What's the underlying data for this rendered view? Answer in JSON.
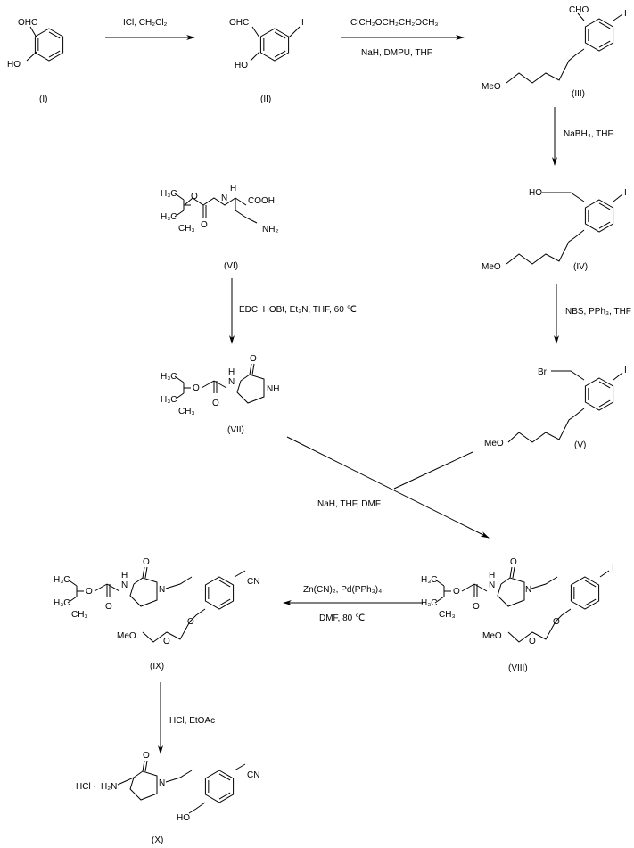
{
  "compounds": {
    "I": {
      "label": "(I)",
      "atoms": [
        "OHC",
        "HO"
      ]
    },
    "II": {
      "label": "(II)",
      "atoms": [
        "OHC",
        "HO",
        "I"
      ]
    },
    "III": {
      "label": "(III)",
      "atoms": [
        "CHO",
        "I",
        "MeO"
      ]
    },
    "IV": {
      "label": "(IV)",
      "atoms": [
        "HO",
        "I",
        "MeO"
      ]
    },
    "V": {
      "label": "(V)",
      "atoms": [
        "Br",
        "I",
        "MeO"
      ]
    },
    "VI": {
      "label": "(VI)",
      "atoms": [
        "H₃C",
        "H₃C",
        "CH₃",
        "O",
        "O",
        "N",
        "H",
        "COOH",
        "NH₂"
      ]
    },
    "VII": {
      "label": "(VII)",
      "atoms": [
        "H₃C",
        "H₃C",
        "CH₃",
        "O",
        "O",
        "N",
        "H",
        "O",
        "NH"
      ]
    },
    "VIII": {
      "label": "(VIII)",
      "atoms": [
        "H₃C",
        "H₃C",
        "CH₃",
        "O",
        "O",
        "N",
        "H",
        "O",
        "N",
        "I",
        "O",
        "O",
        "MeO"
      ]
    },
    "IX": {
      "label": "(IX)",
      "atoms": [
        "H₃C",
        "H₃C",
        "CH₃",
        "O",
        "O",
        "N",
        "H",
        "O",
        "N",
        "CN",
        "O",
        "O",
        "MeO"
      ]
    },
    "X": {
      "label": "(X)",
      "atoms": [
        "HCl ·",
        "H₂N",
        "O",
        "N",
        "CN",
        "HO"
      ]
    }
  },
  "reactions": {
    "r1": {
      "top": "ICl, CH₂Cl₂"
    },
    "r2": {
      "top": "ClCH₂OCH₂CH₂OCH₃",
      "bottom": "NaH, DMPU, THF"
    },
    "r3": {
      "side": "NaBH₄, THF"
    },
    "r4": {
      "side": "NBS, PPh₃, THF"
    },
    "r5": {
      "side": "EDC, HOBt, Et₃N, THF, 60 ℃"
    },
    "r6": {
      "side": "NaH, THF, DMF"
    },
    "r7": {
      "top": "Zn(CN)₂, Pd(PPh₃)₄",
      "bottom": "DMF, 80 ℃"
    },
    "r8": {
      "side": "HCl, EtOAc"
    }
  }
}
